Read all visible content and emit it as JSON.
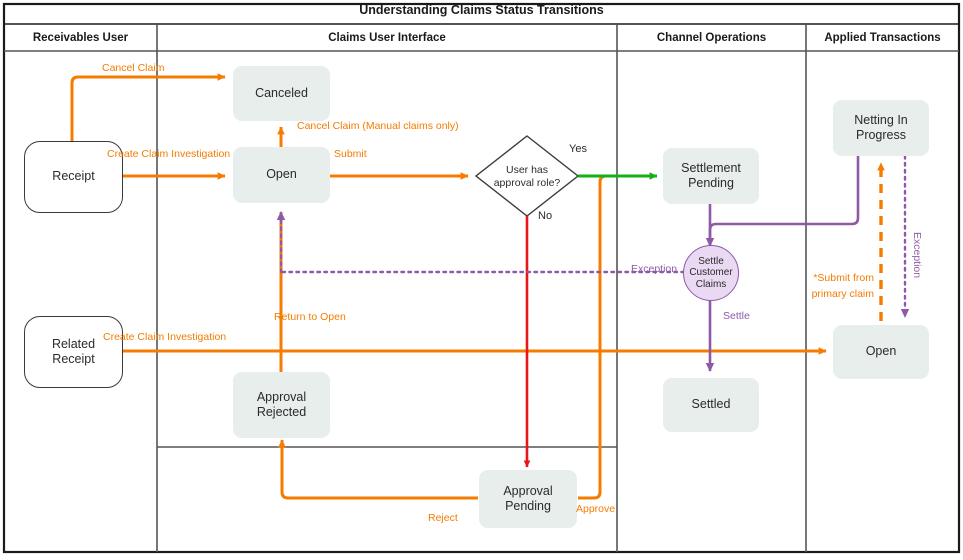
{
  "title": "Understanding Claims Status Transitions",
  "colors": {
    "orange": "#f57c00",
    "green": "#13b313",
    "red": "#e8161b",
    "purple": "#8e5aa8",
    "node_fill": "#e7eeec",
    "circle_fill": "#ead9f2",
    "border": "#3a3a3a",
    "text": "#2b2b2b"
  },
  "lanes": [
    {
      "name": "receivables-user",
      "label": "Receivables User"
    },
    {
      "name": "claims-user-interface",
      "label": "Claims User Interface"
    },
    {
      "name": "channel-operations",
      "label": "Channel Operations"
    },
    {
      "name": "applied-transactions",
      "label": "Applied Transactions"
    }
  ],
  "nodes": [
    {
      "id": "receipt",
      "label": "Receipt",
      "shape": "terminator",
      "lane": "receivables-user"
    },
    {
      "id": "related-receipt",
      "label": "Related\nReceipt",
      "shape": "terminator",
      "lane": "receivables-user"
    },
    {
      "id": "canceled",
      "label": "Canceled",
      "shape": "state",
      "lane": "claims-user-interface"
    },
    {
      "id": "open",
      "label": "Open",
      "shape": "state",
      "lane": "claims-user-interface"
    },
    {
      "id": "approval-rejected",
      "label": "Approval\nRejected",
      "shape": "state",
      "lane": "claims-user-interface"
    },
    {
      "id": "approval-pending",
      "label": "Approval\nPending",
      "shape": "state",
      "lane": "claims-user-interface"
    },
    {
      "id": "user-has-approval-role",
      "label": "User has\napproval role?",
      "shape": "decision",
      "lane": "claims-user-interface"
    },
    {
      "id": "settlement-pending",
      "label": "Settlement\nPending",
      "shape": "state",
      "lane": "channel-operations"
    },
    {
      "id": "settle-customer-claims",
      "label": "Settle\nCustomer\nClaims",
      "shape": "process-circle",
      "lane": "channel-operations"
    },
    {
      "id": "settled",
      "label": "Settled",
      "shape": "state",
      "lane": "channel-operations"
    },
    {
      "id": "netting-in-progress",
      "label": "Netting In\nProgress",
      "shape": "state",
      "lane": "applied-transactions"
    },
    {
      "id": "applied-open",
      "label": "Open",
      "shape": "state",
      "lane": "applied-transactions"
    }
  ],
  "node_text": {
    "receipt": "Receipt",
    "related_receipt_l1": "Related",
    "related_receipt_l2": "Receipt",
    "canceled": "Canceled",
    "open": "Open",
    "approval_rejected_l1": "Approval",
    "approval_rejected_l2": "Rejected",
    "approval_pending_l1": "Approval",
    "approval_pending_l2": "Pending",
    "decision_l1": "User has",
    "decision_l2": "approval role?",
    "settlement_pending_l1": "Settlement",
    "settlement_pending_l2": "Pending",
    "settle_customer_claims_l1": "Settle",
    "settle_customer_claims_l2": "Customer",
    "settle_customer_claims_l3": "Claims",
    "settled": "Settled",
    "netting_l1": "Netting In",
    "netting_l2": "Progress",
    "applied_open": "Open"
  },
  "edges": [
    {
      "from": "receipt",
      "to": "canceled",
      "label": "Cancel Claim",
      "color": "orange"
    },
    {
      "from": "receipt",
      "to": "open",
      "label": "Create Claim Investigation",
      "color": "orange"
    },
    {
      "from": "open",
      "to": "canceled",
      "label": "Cancel Claim (Manual claims only)",
      "color": "orange"
    },
    {
      "from": "open",
      "to": "user-has-approval-role",
      "label": "Submit",
      "color": "orange"
    },
    {
      "from": "user-has-approval-role",
      "to": "settlement-pending",
      "label": "Yes",
      "color": "green"
    },
    {
      "from": "user-has-approval-role",
      "to": "approval-pending",
      "label": "No",
      "color": "red"
    },
    {
      "from": "approval-pending",
      "to": "approval-rejected",
      "label": "Reject",
      "color": "orange"
    },
    {
      "from": "approval-pending",
      "to": "settlement-pending",
      "label": "Approve",
      "color": "orange"
    },
    {
      "from": "approval-rejected",
      "to": "open",
      "label": "Return to Open",
      "color": "orange"
    },
    {
      "from": "settlement-pending",
      "to": "settle-customer-claims",
      "label": "",
      "color": "purple"
    },
    {
      "from": "settle-customer-claims",
      "to": "settled",
      "label": "Settle",
      "color": "purple"
    },
    {
      "from": "settle-customer-claims",
      "to": "open",
      "label": "Exception",
      "color": "purple"
    },
    {
      "from": "netting-in-progress",
      "to": "settle-customer-claims",
      "label": "",
      "color": "purple"
    },
    {
      "from": "netting-in-progress",
      "to": "applied-open",
      "label": "Exception",
      "color": "purple"
    },
    {
      "from": "applied-open",
      "to": "netting-in-progress",
      "label": "*Submit from primary claim",
      "color": "orange"
    },
    {
      "from": "related-receipt",
      "to": "applied-open",
      "label": "Create Claim Investigation",
      "color": "orange"
    }
  ],
  "edge_labels": {
    "cancel_claim": "Cancel Claim",
    "create_claim_investigation_1": "Create Claim Investigation",
    "cancel_claim_manual": "Cancel Claim (Manual claims only)",
    "submit": "Submit",
    "yes": "Yes",
    "no": "No",
    "reject": "Reject",
    "approve": "Approve",
    "return_to_open": "Return to Open",
    "exception_left": "Exception",
    "settle": "Settle",
    "exception_right": "Exception",
    "submit_from_primary_l1": "*Submit from",
    "submit_from_primary_l2": "primary claim",
    "create_claim_investigation_2": "Create Claim Investigation"
  }
}
